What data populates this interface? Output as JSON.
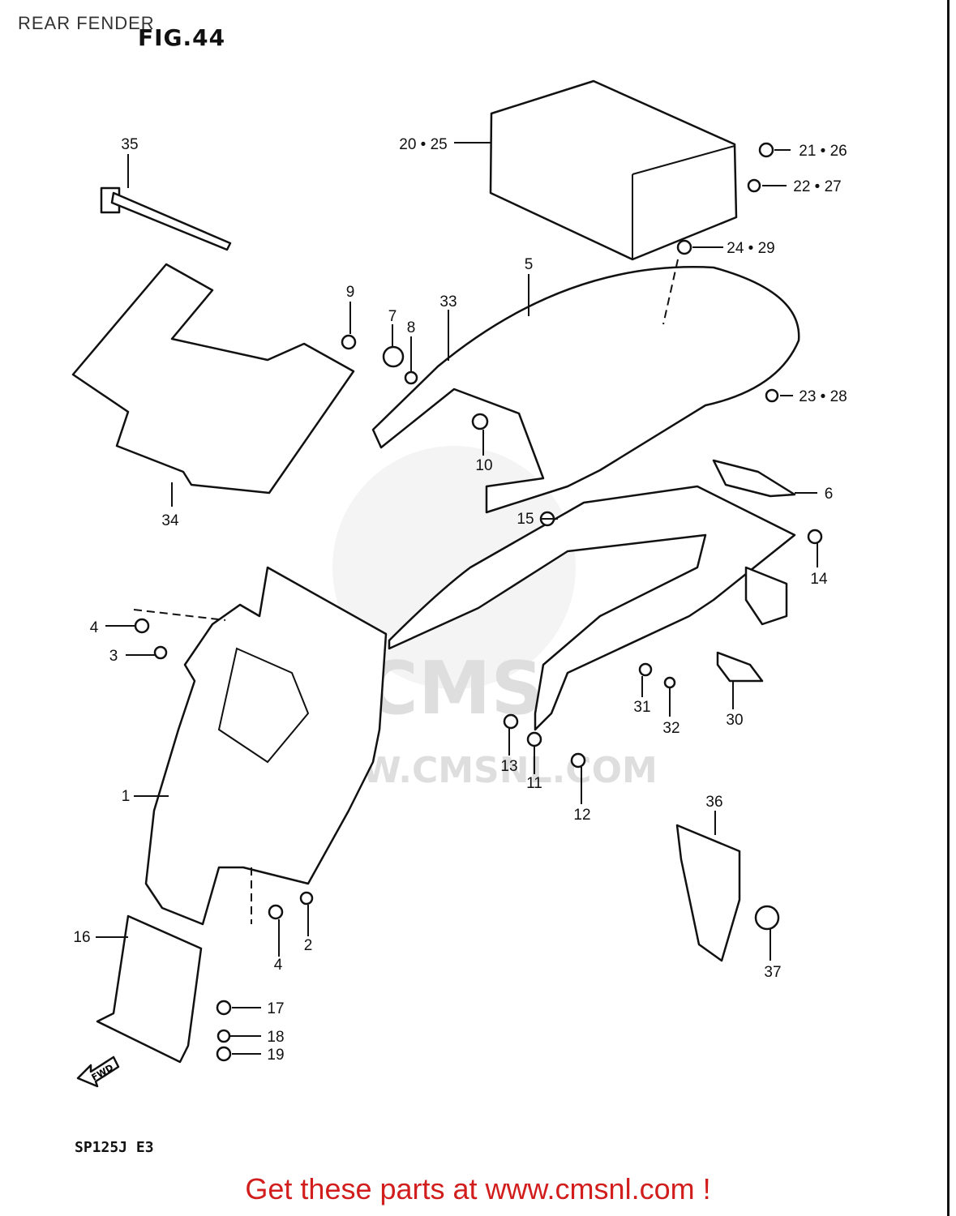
{
  "page_title": "REAR FENDER",
  "fig_title": "FIG.44",
  "model_code": "SP125J  E3",
  "footer_cta": "Get these parts at www.cmsnl.com !",
  "watermark": {
    "line1": "CMS",
    "line2": "WWW.CMSNL.COM"
  },
  "fwd_label": "FWD",
  "callouts": {
    "c1": "1",
    "c2": "2",
    "c3": "3",
    "c4a": "4",
    "c4b": "4",
    "c5": "5",
    "c6": "6",
    "c7": "7",
    "c8": "8",
    "c9": "9",
    "c10": "10",
    "c11": "11",
    "c12": "12",
    "c13": "13",
    "c14": "14",
    "c15": "15",
    "c16": "16",
    "c17": "17",
    "c18": "18",
    "c19": "19",
    "c20_25": "20 • 25",
    "c21_26": "21 • 26",
    "c22_27": "22 • 27",
    "c23_28": "23 • 28",
    "c24_29": "24 • 29",
    "c30": "30",
    "c31": "31",
    "c32": "32",
    "c33": "33",
    "c34": "34",
    "c35": "35",
    "c36": "36",
    "c37": "37"
  },
  "colors": {
    "cta": "#d21d1d",
    "line": "#111111",
    "watermark": "#dedede"
  }
}
